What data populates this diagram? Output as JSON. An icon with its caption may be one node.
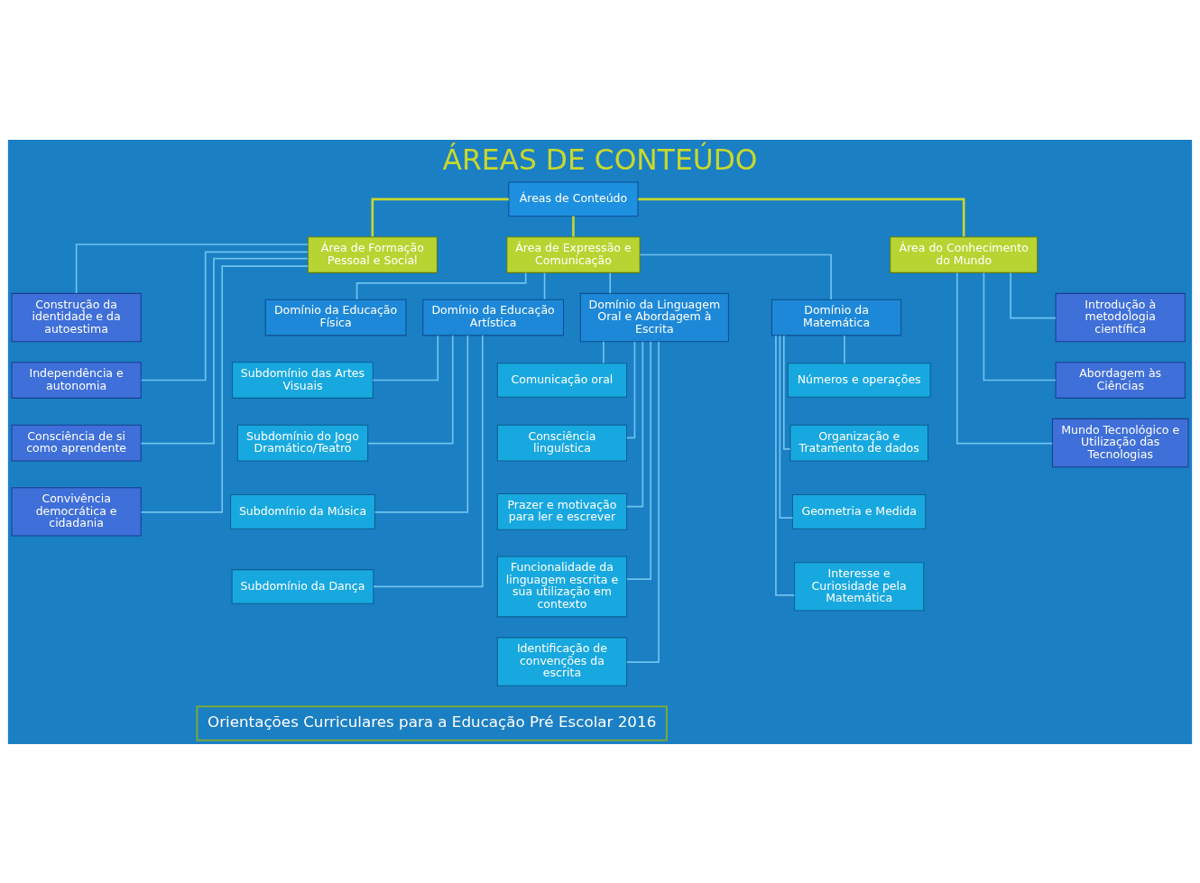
{
  "diagram": {
    "title": "ÁREAS DE CONTEÚDO",
    "nodes": [
      {
        "text": [
          "Áreas de Conteúdo"
        ]
      },
      {
        "text": [
          "Área de Formação Pessoal e Social"
        ]
      },
      {
        "text": [
          "Área de Expressão e Comunicação"
        ]
      },
      {
        "text": [
          "Área do Conhecimento do Mundo"
        ]
      },
      {
        "text": [
          "Construção da identidade e da autoestima"
        ]
      },
      {
        "text": [
          "Independência e autonomia"
        ]
      },
      {
        "text": [
          "Consciência de si como aprendente"
        ]
      },
      {
        "text": [
          "Convivência democrática e cidadania"
        ]
      },
      {
        "text": [
          "Domínio da Educação Física"
        ]
      },
      {
        "text": [
          "Domínio da Educação Artística"
        ]
      },
      {
        "text": [
          "Domínio da Linguagem Oral e Abordagem à Escrita"
        ]
      },
      {
        "text": [
          "Domínio da Matemática"
        ]
      },
      {
        "text": [
          "Subdomínio das Artes Visuais"
        ]
      },
      {
        "text": [
          "Subdomínio do Jogo Dramático/Teatro"
        ]
      },
      {
        "text": [
          "Subdomínio da Música"
        ]
      },
      {
        "text": [
          "Subdomínio da Dança"
        ]
      },
      {
        "text": [
          "Comunicação oral"
        ]
      },
      {
        "text": [
          "Consciência linguística"
        ]
      },
      {
        "text": [
          "Prazer e motivação para ler e escrever"
        ]
      },
      {
        "text": [
          "Funcionalidade da linguagem escrita e sua utilização em contexto"
        ]
      },
      {
        "text": [
          "Identificação de convenções da escrita"
        ]
      },
      {
        "text": [
          "Números e operações"
        ]
      },
      {
        "text": [
          "Organização e Tratamento de dados"
        ]
      },
      {
        "text": [
          "Geometria e Medida"
        ]
      },
      {
        "text": [
          "Interesse e Curiosidade pela Matemática"
        ]
      },
      {
        "text": [
          "Introdução à metodologia científica"
        ]
      },
      {
        "text": [
          "Abordagem às Ciências"
        ]
      },
      {
        "text": [
          "Mundo Tecnológico e Utilização das Tecnologias"
        ]
      },
      {
        "text": [
          "Orientações Curriculares para a Educação Pré Escolar 2016"
        ]
      }
    ],
    "edges": [
      {
        "from": 0,
        "to": 1,
        "arrow": "none",
        "color": "#c8d82c"
      },
      {
        "from": 0,
        "to": 2,
        "arrow": "none",
        "color": "#c8d82c"
      },
      {
        "from": 0,
        "to": 3,
        "arrow": "none",
        "color": "#c8d82c"
      },
      {
        "from": 1,
        "to": 4,
        "arrow": "none"
      },
      {
        "from": 1,
        "to": 5,
        "arrow": "none"
      },
      {
        "from": 1,
        "to": 6,
        "arrow": "none"
      },
      {
        "from": 1,
        "to": 7,
        "arrow": "none"
      },
      {
        "from": 2,
        "to": 8,
        "arrow": "none"
      },
      {
        "from": 2,
        "to": 9,
        "arrow": "none"
      },
      {
        "from": 2,
        "to": 10,
        "arrow": "none"
      },
      {
        "from": 2,
        "to": 11,
        "arrow": "none"
      },
      {
        "from": 9,
        "to": 12,
        "arrow": "none"
      },
      {
        "from": 9,
        "to": 13,
        "arrow": "none"
      },
      {
        "from": 9,
        "to": 14,
        "arrow": "none"
      },
      {
        "from": 9,
        "to": 15,
        "arrow": "none"
      },
      {
        "from": 10,
        "to": 16,
        "arrow": "none"
      },
      {
        "from": 10,
        "to": 17,
        "arrow": "none"
      },
      {
        "from": 10,
        "to": 18,
        "arrow": "none"
      },
      {
        "from": 10,
        "to": 19,
        "arrow": "none"
      },
      {
        "from": 10,
        "to": 20,
        "arrow": "none"
      },
      {
        "from": 11,
        "to": 21,
        "arrow": "none"
      },
      {
        "from": 11,
        "to": 22,
        "arrow": "none"
      },
      {
        "from": 11,
        "to": 23,
        "arrow": "none"
      },
      {
        "from": 11,
        "to": 24,
        "arrow": "none"
      },
      {
        "from": 3,
        "to": 25,
        "arrow": "none"
      },
      {
        "from": 3,
        "to": 26,
        "arrow": "none"
      },
      {
        "from": 3,
        "to": 27,
        "arrow": "none"
      }
    ]
  }
}
